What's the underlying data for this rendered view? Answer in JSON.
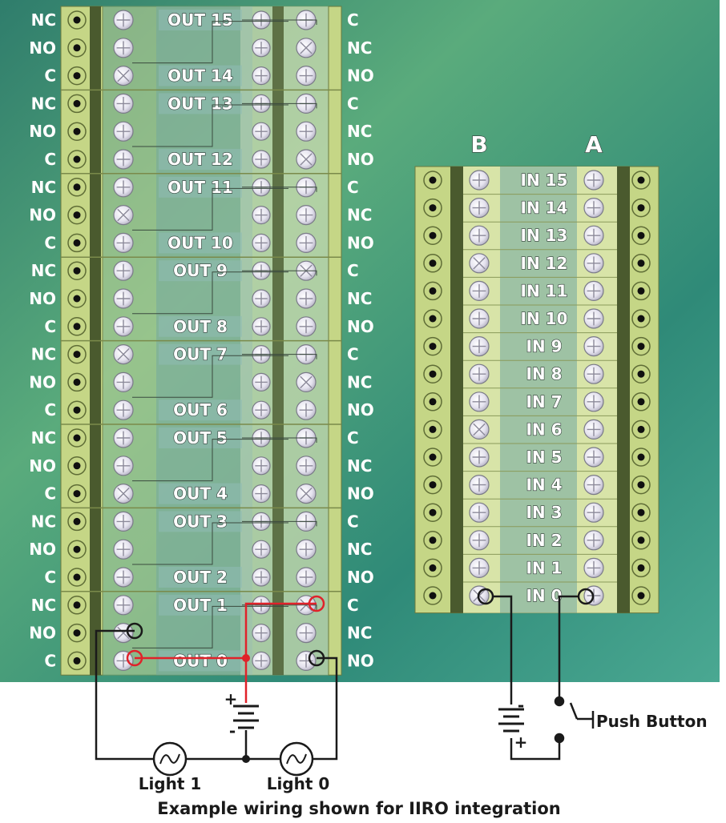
{
  "relay_board": {
    "left_terminals": [
      "NC",
      "NO",
      "C",
      "NC",
      "NO",
      "C",
      "NC",
      "NO",
      "C",
      "NC",
      "NO",
      "C",
      "NC",
      "NO",
      "C",
      "NC",
      "NO",
      "C",
      "NC",
      "NO",
      "C",
      "NC",
      "NO",
      "C"
    ],
    "right_terminals": [
      "C",
      "NC",
      "NO",
      "C",
      "NC",
      "NO",
      "C",
      "NC",
      "NO",
      "C",
      "NC",
      "NO",
      "C",
      "NC",
      "NO",
      "C",
      "NC",
      "NO",
      "C",
      "NC",
      "NO",
      "C",
      "NC",
      "NO"
    ],
    "outputs": [
      {
        "label": "OUT 15",
        "pos": "top"
      },
      {
        "label": "OUT 14",
        "pos": "bottom"
      },
      {
        "label": "OUT 13",
        "pos": "top"
      },
      {
        "label": "OUT 12",
        "pos": "bottom"
      },
      {
        "label": "OUT 11",
        "pos": "top"
      },
      {
        "label": "OUT 10",
        "pos": "bottom"
      },
      {
        "label": "OUT 9",
        "pos": "top"
      },
      {
        "label": "OUT 8",
        "pos": "bottom"
      },
      {
        "label": "OUT 7",
        "pos": "top"
      },
      {
        "label": "OUT 6",
        "pos": "bottom"
      },
      {
        "label": "OUT 5",
        "pos": "top"
      },
      {
        "label": "OUT 4",
        "pos": "bottom"
      },
      {
        "label": "OUT 3",
        "pos": "top"
      },
      {
        "label": "OUT 2",
        "pos": "bottom"
      },
      {
        "label": "OUT 1",
        "pos": "top"
      },
      {
        "label": "OUT 0",
        "pos": "bottom"
      }
    ]
  },
  "input_board": {
    "header_b": "B",
    "header_a": "A",
    "inputs": [
      "IN 15",
      "IN 14",
      "IN 13",
      "IN 12",
      "IN 11",
      "IN 10",
      "IN 9",
      "IN 8",
      "IN 7",
      "IN 6",
      "IN 5",
      "IN 4",
      "IN 3",
      "IN 2",
      "IN 1",
      "IN 0"
    ]
  },
  "wiring": {
    "light_1": "Light 1",
    "light_0": "Light 0",
    "push_button": "Push Button",
    "battery_plus": "+",
    "battery_minus": "-",
    "highlight_color": "#e0222a",
    "wire_color": "#1a1a1a"
  },
  "caption": "Example wiring shown for IIRO integration",
  "colors": {
    "pcb_dark": "#2c7a6a",
    "pcb_light": "#5aab7c",
    "terminal_block": "#c5d686",
    "terminal_dark": "#4a5a2e"
  }
}
